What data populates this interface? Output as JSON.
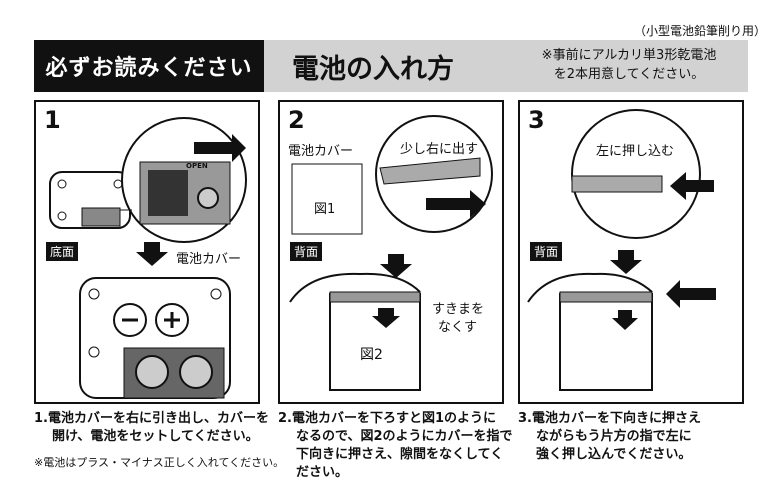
{
  "top_note": "（小型電池鉛筆削り用）",
  "header": {
    "must_read": "必ずお読みください",
    "title": "電池の入れ方",
    "note_line1": "※事前にアルカリ単3形乾電池",
    "note_line2": "を2本用意してください。"
  },
  "panels": [
    {
      "number": "1",
      "bottom_label": "底面",
      "cover_label": "電池カバー",
      "open_text": "OPEN",
      "caption_line1": "1.電池カバーを右に引き出し、カバーを",
      "caption_line2": "開け、電池をセットしてください。",
      "caption_note": "※電池はプラス・マイナス正しく入れてください。"
    },
    {
      "number": "2",
      "cover_label": "電池カバー",
      "slide_label": "少し右に出す",
      "fig1_label": "図1",
      "back_label": "背面",
      "gap_line1": "すきまを",
      "gap_line2": "なくす",
      "fig2_label": "図2",
      "caption_line1": "2.電池カバーを下ろすと図1のように",
      "caption_line2": "なるので、図2のようにカバーを指で",
      "caption_line3": "下向きに押さえ、隙間をなくしてください。"
    },
    {
      "number": "3",
      "push_label": "左に押し込む",
      "back_label": "背面",
      "caption_line1": "3.電池カバーを下向きに押さえ",
      "caption_line2": "ながらもう片方の指で左に",
      "caption_line3": "強く押し込んでください。"
    }
  ]
}
